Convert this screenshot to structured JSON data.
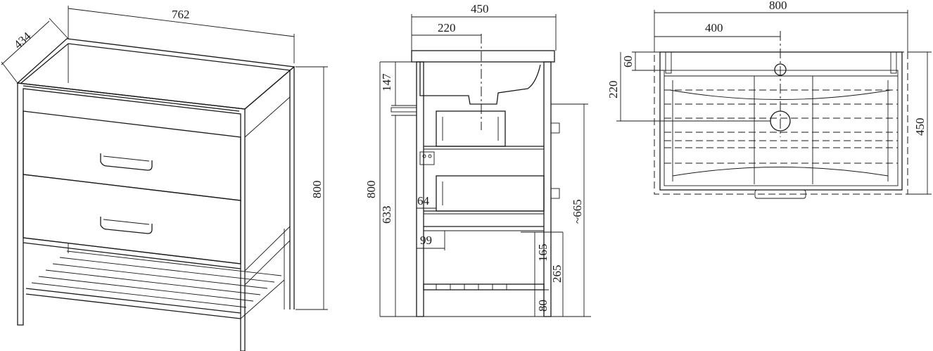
{
  "perspective_view": {
    "dims": {
      "width": "762",
      "depth": "434",
      "height": "800"
    }
  },
  "side_view": {
    "dims": {
      "depth": "450",
      "drain_offset": "220",
      "basin_depth": "147",
      "total_height": "800",
      "drawer_front_height": "633",
      "handle_offset": "64",
      "leg_offset": "99",
      "front_height": "~665",
      "shelf_clear": "165",
      "shelf_height": "265",
      "shelf_base": "80"
    }
  },
  "top_view": {
    "dims": {
      "width": "800",
      "drain_offset_x": "400",
      "rim": "60",
      "drain_offset_y": "220",
      "depth": "450"
    }
  },
  "colors": {
    "line": "#1a1a1a",
    "background": "#ffffff"
  }
}
